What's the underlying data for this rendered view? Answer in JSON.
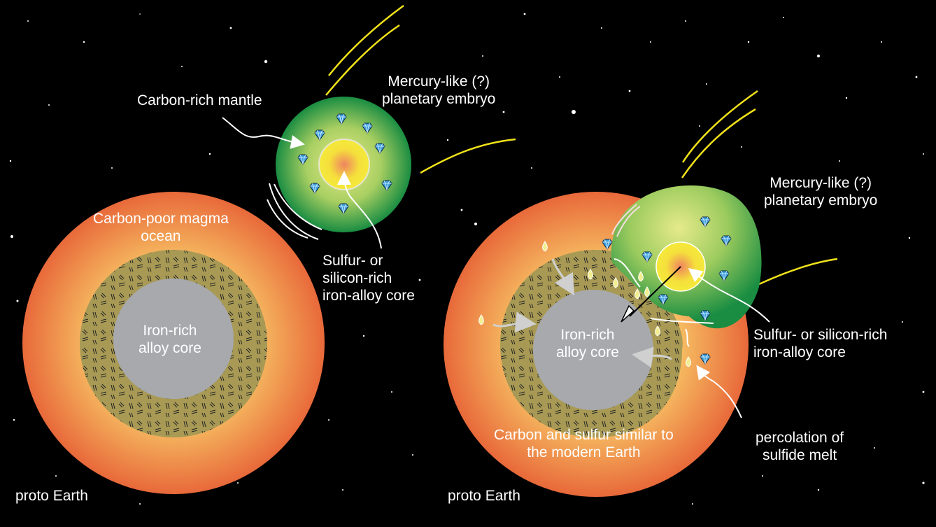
{
  "colors": {
    "background": "#000000",
    "magma_outer": "#e8713a",
    "magma_inner": "#f3b45c",
    "mantle": "#a89b58",
    "core": "#a7a9ad",
    "embryo_outer": "#1f9447",
    "embryo_inner": "#d9e27a",
    "embryo_core": "#f6e63a",
    "embryo_core_center": "#ef8a5a",
    "streak": "#f0e21a",
    "diamond": "#3fa0dc"
  },
  "left_panel": {
    "embryo_label": [
      "Mercury-like (?)",
      "planetary embryo"
    ],
    "carbon_mantle_label": "Carbon-rich mantle",
    "embryo_core_label": [
      "Sulfur- or",
      "silicon-rich",
      "iron-alloy core"
    ],
    "magma_label": [
      "Carbon-poor magma",
      "ocean"
    ],
    "core_label": [
      "Iron-rich",
      "alloy core"
    ],
    "planet_label": "proto Earth"
  },
  "right_panel": {
    "embryo_label": [
      "Mercury-like (?)",
      "planetary embryo"
    ],
    "embryo_core_label": [
      "Sulfur- or silicon-rich",
      "iron-alloy core"
    ],
    "core_label": [
      "Iron-rich",
      "alloy core"
    ],
    "composition_label": [
      "Carbon and sulfur similar to",
      "the modern Earth"
    ],
    "percolation_label": [
      "percolation of",
      "sulfide melt"
    ],
    "planet_label": "proto Earth"
  },
  "icons": [
    "diamond-icon",
    "arrow-icon",
    "melt-droplet-icon",
    "streak-icon",
    "star-icon"
  ]
}
